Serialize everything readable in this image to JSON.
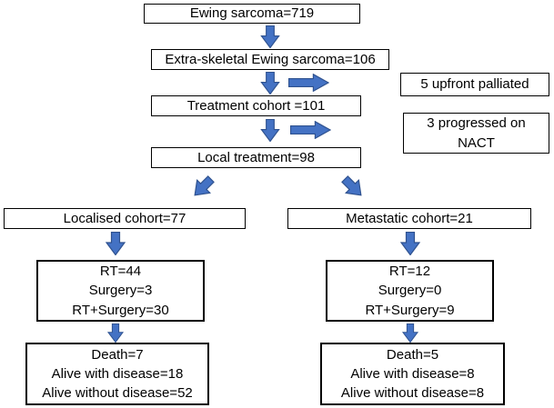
{
  "colors": {
    "arrow_fill": "#4472C4",
    "arrow_stroke": "#2F528F",
    "box_border": "#000000",
    "background": "#FFFFFF"
  },
  "nodes": {
    "ewing": {
      "label": "Ewing sarcoma=719"
    },
    "extra_skeletal": {
      "label": "Extra-skeletal Ewing sarcoma=106"
    },
    "palliated": {
      "label": "5 upfront palliated"
    },
    "treatment_cohort": {
      "label": "Treatment cohort =101"
    },
    "progressed": {
      "lines": [
        "3 progressed on",
        "NACT"
      ]
    },
    "local_treatment": {
      "label": "Local treatment=98"
    },
    "localised_cohort": {
      "label": "Localised cohort=77"
    },
    "metastatic_cohort": {
      "label": "Metastatic cohort=21"
    },
    "localised_treatment": {
      "lines": [
        "RT=44",
        "Surgery=3",
        "RT+Surgery=30"
      ]
    },
    "metastatic_treatment": {
      "lines": [
        "RT=12",
        "Surgery=0",
        "RT+Surgery=9"
      ]
    },
    "localised_outcome": {
      "lines": [
        "Death=7",
        "Alive with disease=18",
        "Alive without disease=52"
      ]
    },
    "metastatic_outcome": {
      "lines": [
        "Death=5",
        "Alive with disease=8",
        "Alive without disease=8"
      ]
    }
  }
}
